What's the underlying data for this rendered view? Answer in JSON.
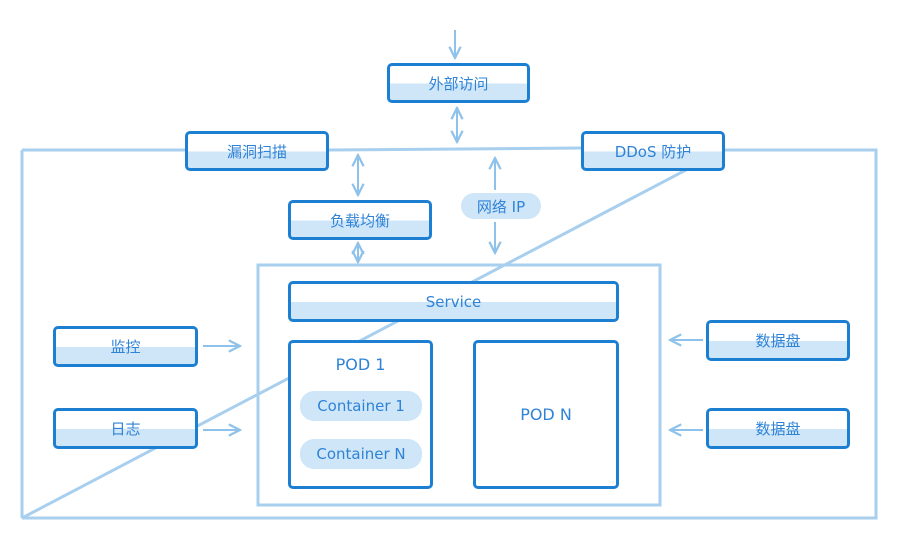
{
  "nodes": {
    "external_access": "外部访问",
    "vuln_scan": "漏洞扫描",
    "ddos_protection": "DDoS 防护",
    "load_balancer": "负载均衡",
    "network_ip": "网络 IP",
    "service": "Service",
    "pod_1": "POD 1",
    "container_1": "Container 1",
    "container_n": "Container N",
    "pod_n": "POD N",
    "monitoring": "监控",
    "logs": "日志",
    "data_disk_1": "数据盘",
    "data_disk_2": "数据盘"
  }
}
